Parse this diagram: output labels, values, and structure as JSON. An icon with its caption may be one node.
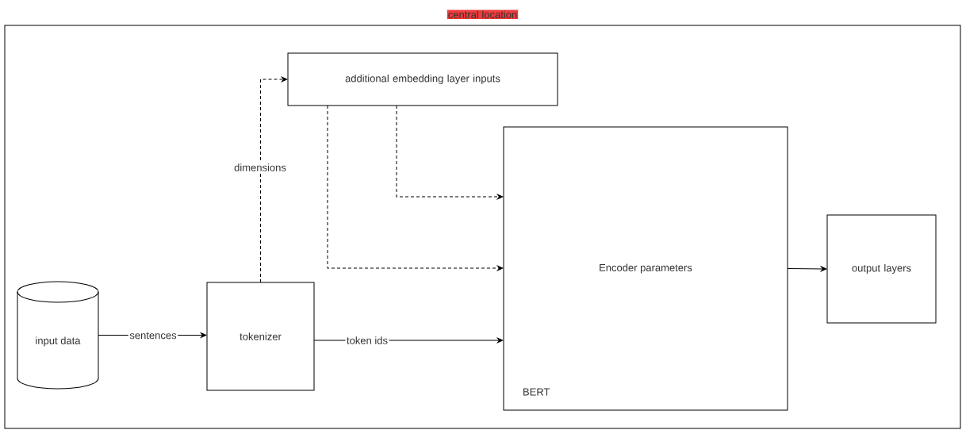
{
  "diagram": {
    "nodes": [
      {
        "text": [
          "central location"
        ]
      },
      {
        "text": [
          "additional embedding layer inputs"
        ],
        "in": 0
      },
      {
        "text": [
          "Encoder parameters",
          "BERT"
        ],
        "in": 0
      },
      {
        "text": [
          "output layers"
        ],
        "in": 0
      },
      {
        "text": [
          "input data"
        ],
        "in": 0
      },
      {
        "text": [
          "tokenizer"
        ],
        "in": 0
      }
    ],
    "edges": [
      {
        "from": 4,
        "to": 5,
        "label": "sentences",
        "arrow": "to"
      },
      {
        "from": 5,
        "to": 1,
        "label": "dimensions",
        "arrow": "to",
        "style": "dashed"
      },
      {
        "from": 1,
        "to": 2,
        "arrow": "to",
        "style": "dashed"
      },
      {
        "from": 1,
        "to": 2,
        "arrow": "to",
        "style": "dashed"
      },
      {
        "from": 5,
        "to": 2,
        "label": "token ids",
        "arrow": "to"
      },
      {
        "from": 2,
        "to": 3,
        "arrow": "to"
      }
    ]
  }
}
